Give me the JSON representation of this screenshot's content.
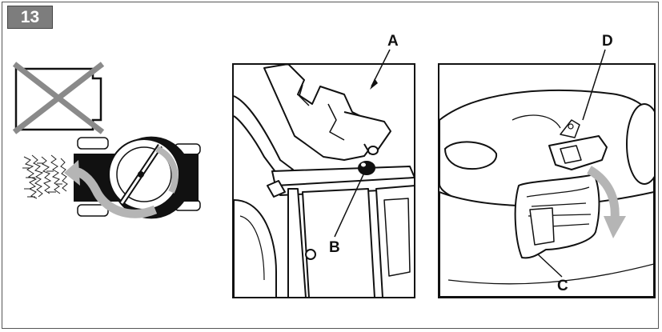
{
  "figure": {
    "number": "13",
    "callouts": {
      "a": "A",
      "b": "B",
      "c": "C",
      "d": "D"
    },
    "icons": {
      "prohibited": "crossed-out-rectangle-icon",
      "mower_top_view": "mower-side-discharge-icon",
      "arrow": "curved-arrow-icon"
    },
    "colors": {
      "line": "#111111",
      "shade": "#cccccc",
      "badge": "#7d7d7d",
      "arrow": "#b5b5b5"
    }
  }
}
